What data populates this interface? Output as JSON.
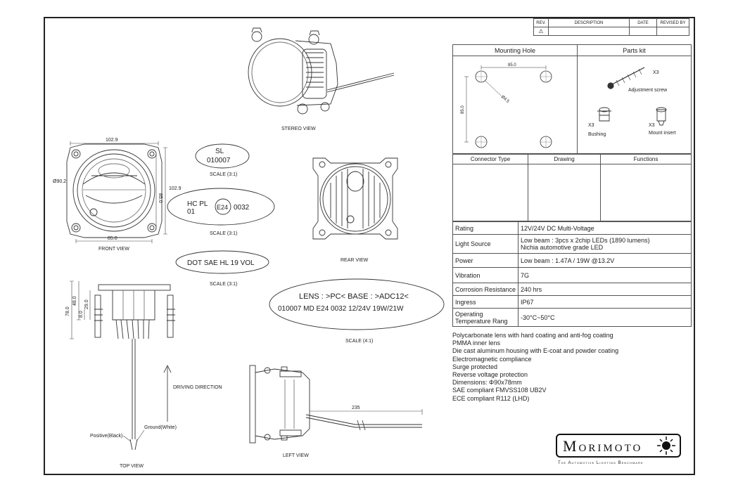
{
  "revision_table": {
    "headers": [
      "REV.",
      "DESCRIPTION",
      "DATE",
      "REVISED BY"
    ]
  },
  "mounting_hole": {
    "title": "Mounting Hole",
    "dim_h": "85.0",
    "dim_v": "85.0",
    "dim_d": "Ø4.5"
  },
  "parts_kit": {
    "title": "Parts kit",
    "items": [
      {
        "qty": "X3",
        "name": "Adjustment screw",
        "icon": "screw-icon"
      },
      {
        "qty": "X3",
        "name": "Bushing",
        "icon": "bushing-icon"
      },
      {
        "qty": "X3",
        "name": "Mount insert",
        "icon": "mount-insert-icon"
      }
    ]
  },
  "connector_table": {
    "headers": [
      "Connector Type",
      "Drawing",
      "Functions"
    ]
  },
  "specs": [
    {
      "label": "Rating",
      "value": "12V/24V DC Multi-Voltage"
    },
    {
      "label": "Light Source",
      "value": "Low beam : 3pcs x 2chip LEDs (1890 lumens)\nNichia automotive grade LED"
    },
    {
      "label": "Power",
      "value": "Low beam : 1.47A / 19W @13.2V"
    },
    {
      "label": "Vibration",
      "value": "7G"
    },
    {
      "label": "Corrosion Resistance",
      "value": "240 hrs"
    },
    {
      "label": "Ingress",
      "value": "IP67"
    },
    {
      "label": "Operating Temperature Rang",
      "value": "-30°C~50°C"
    }
  ],
  "notes": [
    "Polycarbonate lens with hard coating and anti-fog coating",
    "PMMA inner lens",
    "Die cast aluminum housing with E-coat and powder coating",
    "Electromagnetic compliance",
    "Surge protected",
    "Reverse voltage protection",
    "Dimensions: Φ90x78mm",
    "SAE compliant FMVSS108 UB2V",
    "ECE compliant R112 (LHD)"
  ],
  "views": {
    "stereo": "STEREO VIEW",
    "front": "FRONT VIEW",
    "rear": "REAR VIEW",
    "top": "TOP VIEW",
    "left": "LEFT VIEW"
  },
  "dims": {
    "front_width": "102.9",
    "front_height": "102.9",
    "front_bolt_h": "85.0",
    "front_bolt_v": "85.0",
    "front_dia": "Ø90.2",
    "top_78": "78.0",
    "top_48": "48.0",
    "top_8": "8.0",
    "top_29": "29.0",
    "cable": "235"
  },
  "labels": {
    "sl_line1": "SL",
    "sl_line2": "010007",
    "scale_3_1": "SCALE (3:1)",
    "hc_line1": "HC  PL",
    "hc_line2": "01",
    "hc_e": "E24",
    "hc_num": "0032",
    "dot": "DOT SAE HL 19 VOL",
    "lens_line1": "LENS : >PC<  BASE : >ADC12<",
    "lens_line2": "010007   MD E24 0032   12/24V  19W/21W",
    "scale_4_1": "SCALE (4:1)",
    "driving_direction": "DRIVING DIRECTION",
    "positive": "Positive(Black)",
    "ground": "Ground(White)"
  },
  "logo": {
    "word": "Morimoto",
    "tagline": "The Automotive Lighting Benchmark"
  }
}
